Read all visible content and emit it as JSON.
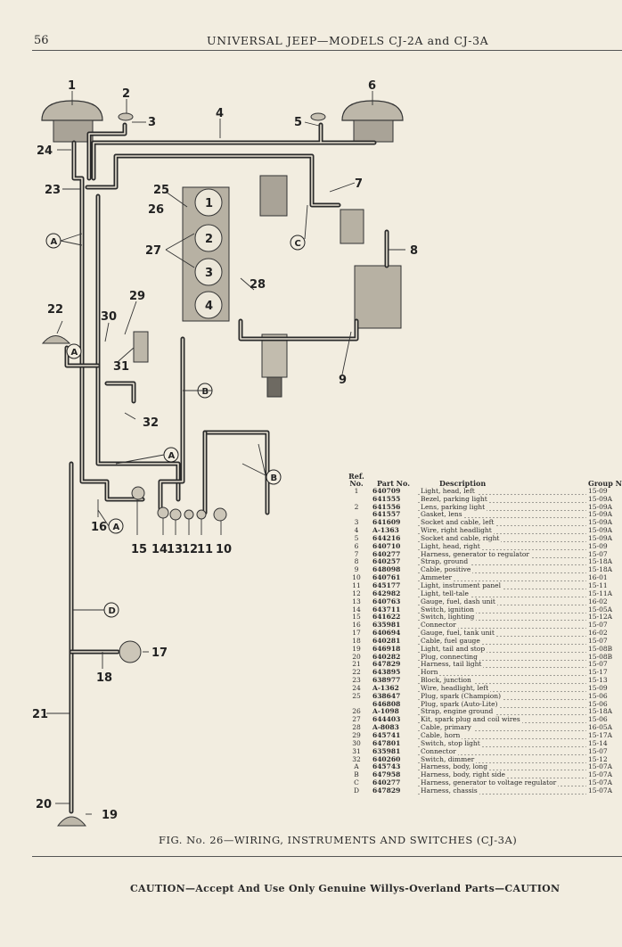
{
  "header": {
    "page_number": "56",
    "running_title": "UNIVERSAL JEEP—MODELS CJ-2A and CJ-3A"
  },
  "diagram": {
    "callouts": [
      "1",
      "2",
      "3",
      "4",
      "5",
      "6",
      "7",
      "8",
      "9",
      "10",
      "11",
      "12",
      "13",
      "14",
      "15",
      "16",
      "17",
      "18",
      "19",
      "20",
      "21",
      "22",
      "23",
      "24",
      "25",
      "26",
      "27",
      "28",
      "29",
      "30",
      "31",
      "32"
    ],
    "letter_callouts": [
      "A",
      "B",
      "C",
      "D"
    ],
    "gauge_numbers": [
      "1",
      "2",
      "3",
      "4"
    ]
  },
  "table": {
    "headers": {
      "ref_line1": "Ref.",
      "ref_line2": "No.",
      "part": "Part No.",
      "desc": "Description",
      "group": "Group N"
    },
    "rows": [
      {
        "ref": "1",
        "part": "640709",
        "desc": "Light, head, left",
        "group": "15-09"
      },
      {
        "ref": "",
        "part": "641555",
        "desc": "Bezel, parking light",
        "group": "15-09A"
      },
      {
        "ref": "2",
        "part": "641556",
        "desc": "Lens, parking light",
        "group": "15-09A"
      },
      {
        "ref": "",
        "part": "641557",
        "desc": "Gasket, lens",
        "group": "15-09A"
      },
      {
        "ref": "3",
        "part": "641609",
        "desc": "Socket and cable, left",
        "group": "15-09A"
      },
      {
        "ref": "4",
        "part": "A-1363",
        "desc": "Wire, right headlight",
        "group": "15-09A"
      },
      {
        "ref": "5",
        "part": "644216",
        "desc": "Socket and cable, right",
        "group": "15-09A"
      },
      {
        "ref": "6",
        "part": "640710",
        "desc": "Light, head, right",
        "group": "15-09"
      },
      {
        "ref": "7",
        "part": "640277",
        "desc": "Harness, generator to regulator",
        "group": "15-07"
      },
      {
        "ref": "8",
        "part": "640257",
        "desc": "Strap, ground",
        "group": "15-18A"
      },
      {
        "ref": "9",
        "part": "648098",
        "desc": "Cable, positive",
        "group": "15-18A"
      },
      {
        "ref": "10",
        "part": "640761",
        "desc": "Ammeter",
        "group": "16-01"
      },
      {
        "ref": "11",
        "part": "645177",
        "desc": "Light, instrument panel",
        "group": "15-11"
      },
      {
        "ref": "12",
        "part": "642982",
        "desc": "Light, tell-tale",
        "group": "15-11A"
      },
      {
        "ref": "13",
        "part": "640763",
        "desc": "Gauge, fuel, dash unit",
        "group": "16-02"
      },
      {
        "ref": "14",
        "part": "643711",
        "desc": "Switch, ignition",
        "group": "15-05A"
      },
      {
        "ref": "15",
        "part": "641622",
        "desc": "Switch, lighting",
        "group": "15-12A"
      },
      {
        "ref": "16",
        "part": "635981",
        "desc": "Connector",
        "group": "15-07"
      },
      {
        "ref": "17",
        "part": "640694",
        "desc": "Gauge, fuel, tank unit",
        "group": "16-02"
      },
      {
        "ref": "18",
        "part": "640281",
        "desc": "Cable, fuel gauge",
        "group": "15-07"
      },
      {
        "ref": "19",
        "part": "646918",
        "desc": "Light, tail and stop",
        "group": "15-08B"
      },
      {
        "ref": "20",
        "part": "640282",
        "desc": "Plug, connecting",
        "group": "15-08B"
      },
      {
        "ref": "21",
        "part": "647829",
        "desc": "Harness, tail light",
        "group": "15-07"
      },
      {
        "ref": "22",
        "part": "643895",
        "desc": "Horn",
        "group": "15-17"
      },
      {
        "ref": "23",
        "part": "638977",
        "desc": "Block, junction",
        "group": "15-13"
      },
      {
        "ref": "24",
        "part": "A-1362",
        "desc": "Wire, headlight, left",
        "group": "15-09"
      },
      {
        "ref": "25",
        "part": "638647",
        "desc": "Plug, spark (Champion)",
        "group": "15-06"
      },
      {
        "ref": "",
        "part": "646808",
        "desc": "Plug, spark (Auto-Lite)",
        "group": "15-06"
      },
      {
        "ref": "26",
        "part": "A-1098",
        "desc": "Strap, engine ground",
        "group": "15-18A"
      },
      {
        "ref": "27",
        "part": "644403",
        "desc": "Kit, spark plug and coil wires",
        "group": "15-06"
      },
      {
        "ref": "28",
        "part": "A-8083",
        "desc": "Cable, primary",
        "group": "16-05A"
      },
      {
        "ref": "29",
        "part": "645741",
        "desc": "Cable, horn",
        "group": "15-17A"
      },
      {
        "ref": "30",
        "part": "647801",
        "desc": "Switch, stop light",
        "group": "15-14"
      },
      {
        "ref": "31",
        "part": "635981",
        "desc": "Connector",
        "group": "15-07"
      },
      {
        "ref": "32",
        "part": "640260",
        "desc": "Switch, dimmer",
        "group": "15-12"
      },
      {
        "ref": "A",
        "part": "645743",
        "desc": "Harness, body, long",
        "group": "15-07A"
      },
      {
        "ref": "B",
        "part": "647958",
        "desc": "Harness, body, right side",
        "group": "15-07A"
      },
      {
        "ref": "C",
        "part": "640277",
        "desc": "Harness, generator to voltage regulator",
        "group": "15-07A"
      },
      {
        "ref": "D",
        "part": "647829",
        "desc": "Harness, chassis",
        "group": "15-07A"
      }
    ]
  },
  "caption": "FIG. No. 26—WIRING, INSTRUMENTS AND SWITCHES (CJ-3A)",
  "footer": {
    "caution": "CAUTION—Accept And Use Only Genuine Willys-Overland Parts—CAUTION"
  }
}
